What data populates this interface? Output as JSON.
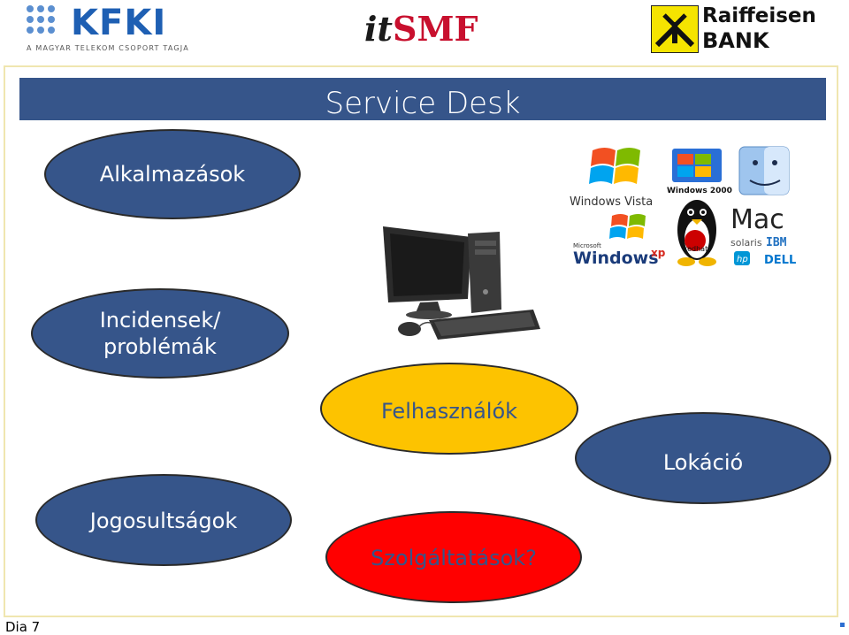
{
  "header": {
    "kfki_logo": "KFKI",
    "kfki_tagline": "A MAGYAR TELEKOM CSOPORT TAGJA",
    "itsmf_logo_it": "it",
    "itsmf_logo_smf": "SMF",
    "raiffeisen_name": "Raiffeisen",
    "raiffeisen_bank": "BANK"
  },
  "slide": {
    "title": "Service Desk",
    "ellipses": {
      "alkalmazasok": "Alkalmazások",
      "incidensek_line1": "Incidensek/",
      "incidensek_line2": "problémák",
      "felhasznalok": "Felhasználók",
      "lokacio": "Lokáció",
      "jogosultsagok": "Jogosultságok",
      "szolgaltatasok": "Szolgáltatások?"
    },
    "os_logos": {
      "windows_vista": "Windows Vista",
      "windows_2000": "Windows 2000",
      "mac": "Mac",
      "windows_xp_small": "Microsoft",
      "windows_xp": "Windows",
      "xp": "xp",
      "solaris": "solaris",
      "ibm": "IBM",
      "hp": "hp",
      "dell": "DELL",
      "redhat": "redhat"
    }
  },
  "footer": {
    "slide_number": "Dia 7"
  },
  "colors": {
    "title_bar": "#36558a",
    "ellipse_blue": "#36558a",
    "ellipse_yellow": "#fdc300",
    "ellipse_red": "#ff0000"
  }
}
